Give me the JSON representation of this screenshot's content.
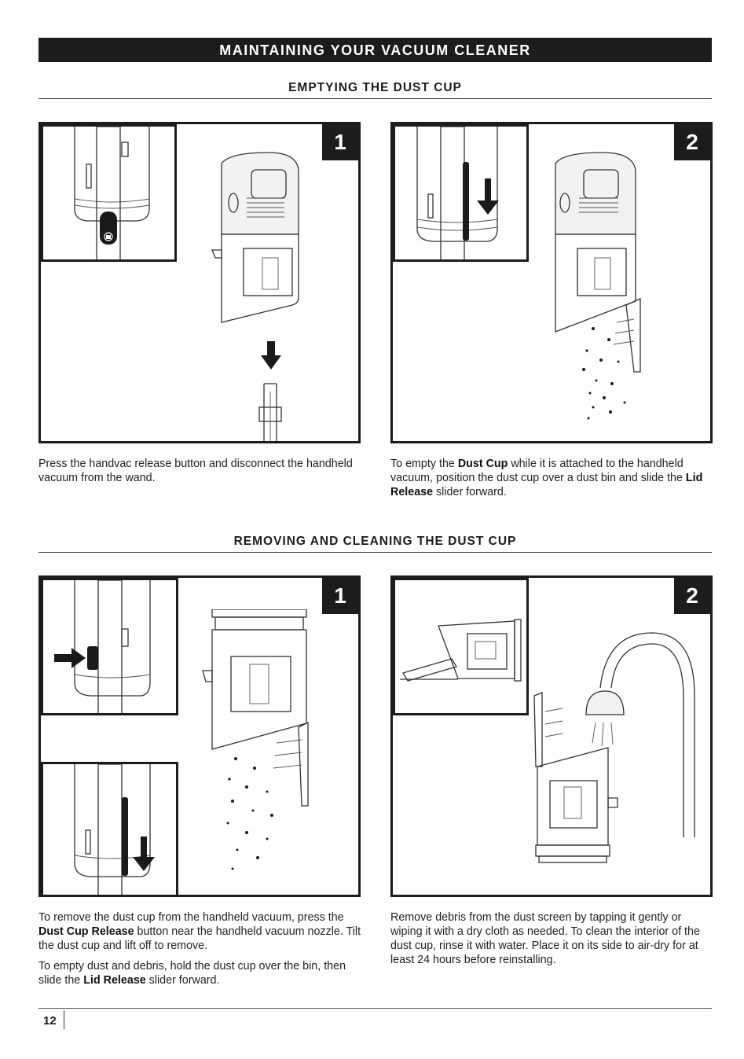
{
  "header": {
    "title": "MAINTAINING YOUR VACUUM CLEANER"
  },
  "section1": {
    "title": "EMPTYING THE DUST CUP",
    "step1": {
      "number": "1",
      "text": "Press the handvac release button and disconnect the handheld vacuum from the wand."
    },
    "step2": {
      "number": "2",
      "text_a": "To empty the ",
      "term1": "Dust Cup",
      "text_b": " while it is attached to the handheld vacuum, position the dust cup over a dust bin and slide the ",
      "term2": "Lid Release",
      "text_c": " slider forward."
    }
  },
  "section2": {
    "title": "REMOVING AND CLEANING THE DUST CUP",
    "step1": {
      "number": "1",
      "p1_a": "To remove the dust cup from the handheld vacuum, press the ",
      "p1_term": "Dust Cup Release",
      "p1_b": " button near the handheld vacuum nozzle. Tilt the dust cup and lift off to remove.",
      "p2_a": "To empty dust and debris, hold the dust cup over the bin, then slide the ",
      "p2_term": "Lid Release",
      "p2_b": " slider forward."
    },
    "step2": {
      "number": "2",
      "text": "Remove debris from the dust screen by tapping it gently or wiping it with a dry cloth as needed. To clean the interior of the dust cup, rinse it with water. Place it on its side to air-dry for at least 24 hours before reinstalling."
    }
  },
  "footer": {
    "page_number": "12"
  },
  "icons": [
    "down-arrow-icon",
    "right-arrow-icon",
    "lock-icon",
    "vacuum-illustration",
    "faucet-illustration",
    "dust-cup-illustration"
  ]
}
